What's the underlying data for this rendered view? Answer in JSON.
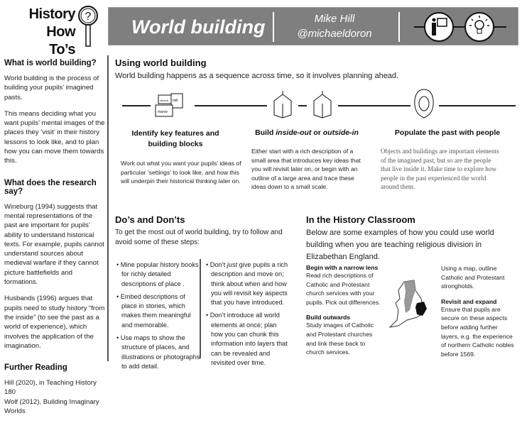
{
  "header": {
    "logo_line1": "History",
    "logo_line2": "How To’s",
    "title": "World building",
    "author_name": "Mike Hill",
    "author_handle": "@michaeldoron",
    "banner_color": "#7f7f7f",
    "icons": [
      "magnifier-question-icon",
      "teacher-board-icon",
      "lightbulb-icon"
    ]
  },
  "sidebar": {
    "s1": {
      "title": "What is world building?",
      "p1": "World building is the process of building your pupils’ imagined pasts.",
      "p2": "This means deciding what you want pupils’ mental images of the places they ‘visit’ in their history lessons to look like, and to plan how you can move them towards this."
    },
    "s2": {
      "title": "What does the research say?",
      "p1": "Wineburg (1994) suggests that mental representations of the past are important for pupils’ ability to understand historical texts. For example, pupils cannot understand sources about medieval warfare if they cannot picture battlefields and formations.",
      "p2": "Husbands (1996) argues that pupils need to study history “from the inside” (to see the past as a world of experience), which involves the application of the imagination."
    },
    "s3": {
      "title": "Further Reading",
      "line1": "Hill (2020), in Teaching History 180",
      "line2": "Wolf (2012), Building Imaginary Worlds"
    }
  },
  "using": {
    "title": "Using world building",
    "subtitle": "World building happens as a sequence across time, so it involves planning ahead.",
    "block_labels": {
      "a": "church",
      "b": "mill",
      "c": "manor"
    },
    "col1": {
      "title": "Identify key features and building blocks",
      "text": "Work out what you want your pupils’ ideas of particular ‘settings’ to look like, and how this will underpin their historical thinking later on."
    },
    "col2": {
      "title_pre": "Build ",
      "title_em1": "inside-out",
      "title_mid": " or ",
      "title_em2": "outside-in",
      "text": "Either start with a rich description of a small area that introduces key ideas that you will revisit later on, or begin with an outline of a large area and trace these ideas down to a small scale."
    },
    "col3": {
      "title": "Populate the past with people",
      "text": "Objects and buildings are important elements of the imagined past, but so are the people that live inside it. Make time to explore how people in the past experienced the world around them."
    }
  },
  "dos": {
    "title": "Do’s and Don’ts",
    "intro": "To get the most out of world building, try to follow and avoid some of these steps:",
    "do_items": [
      "Mine popular history books for richly detailed descriptions of place .",
      "Embed descriptions of place in stories, which makes them meaningful and memorable.",
      "Use maps to show the structure of places, and illustrations or photographs to add detail."
    ],
    "dont1_pre": "Don’t ",
    "dont1_em": "just",
    "dont1_post": " give pupils a rich description and move on; think about when and how you will revisit key aspects that you have introduced.",
    "dont2": "Don’t introduce all world elements at once; plan how you can chunk this information into layers that can be revealed and revisited over time."
  },
  "classroom": {
    "title": "In the History Classroom",
    "intro": "Below are some examples of how you could use world building when you are teaching religious division in Elizabethan England.",
    "b1_title": "Begin with a narrow lens",
    "b1_text": "Read rich descriptions of Catholic and Protestant church services with your pupils. Pick out differences.",
    "b2_title": "Build outwards",
    "b2_text": "Study images of Catholic and Protestant churches and link these back to church services.",
    "b3_text": "Using a map, outline Catholic and Protestant strongholds.",
    "b4_title": "Revisit and expand",
    "b4_text": "Ensure that pupils are secure on these aspects before adding further layers, e.g. the experience of northern Catholic nobles before 1569."
  }
}
